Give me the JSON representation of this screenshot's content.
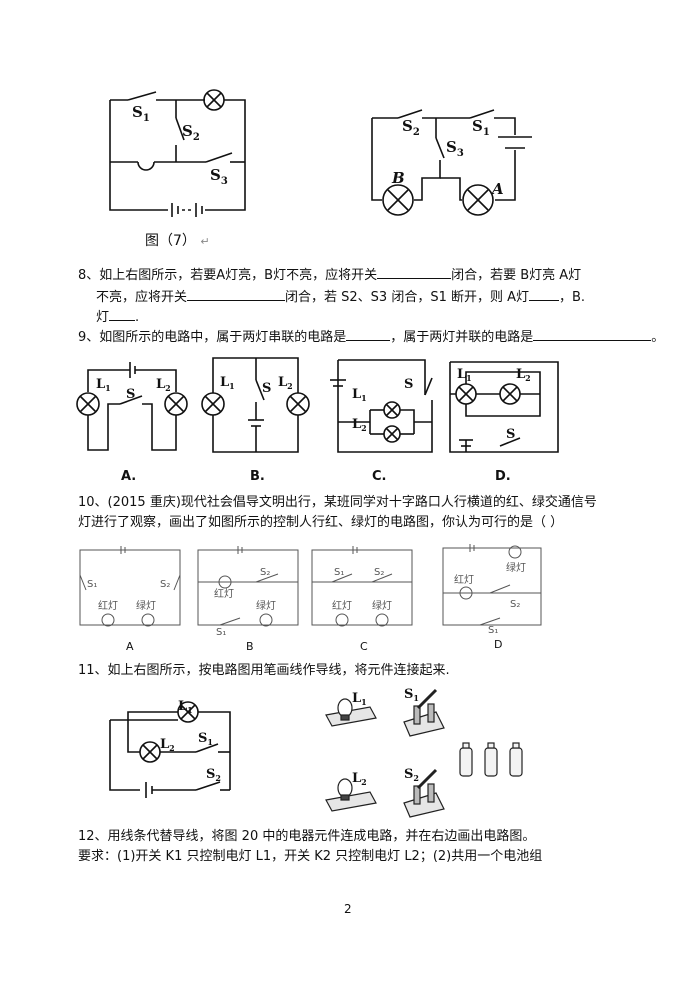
{
  "fig7": {
    "caption": "图（7）",
    "return_mark": "↵",
    "left_labels": [
      "S",
      "1",
      "S",
      "2",
      "S",
      "3"
    ],
    "right_labels": [
      "S",
      "2",
      "S",
      "1",
      "S",
      "3",
      "B",
      "A"
    ]
  },
  "q8": {
    "line1_a": "8、如上右图所示，若要A灯亮，B灯不亮，应将开关",
    "line1_b": "闭合，若要 B灯亮 A灯",
    "line2_a": "不亮，应将开关",
    "line2_b": "闭合，若 S2、S3 闭合，S1 断开，则 A灯",
    "line2_c": "，B.",
    "line3_a": "灯",
    "line3_b": "."
  },
  "q9": {
    "text_a": "9、如图所示的电路中，属于两灯串联的电路是",
    "text_b": "，属于两灯并联的电路是",
    "text_c": "。",
    "options": [
      "A.",
      "B.",
      "C.",
      "D."
    ],
    "labels": {
      "L": "L",
      "s1": "1",
      "s2": "2",
      "S": "S"
    }
  },
  "q10": {
    "line1": "10、(2015 重庆)现代社会倡导文明出行，某班同学对十字路口人行横道的红、绿交通信号",
    "line2": "灯进行了观察，画出了如图所示的控制人行红、绿灯的电路图，你认为可行的是（      ）",
    "options": [
      "A",
      "B",
      "C",
      "D"
    ],
    "red": "红灯",
    "green": "绿灯",
    "s1": "S₁",
    "s2": "S₂"
  },
  "q11": {
    "text": "11、如上右图所示，按电路图用笔画线作导线，将元件连接起来.",
    "labels": [
      "L",
      "1",
      "L",
      "2",
      "S",
      "1",
      "S",
      "2"
    ]
  },
  "q12": {
    "line1": "12、用线条代替导线，将图 20 中的电器元件连成电路，并在右边画出电路图。",
    "line2": "要求：(1)开关 K1 只控制电灯 L1，开关 K2 只控制电灯 L2；(2)共用一个电池组"
  },
  "page_number": "2"
}
